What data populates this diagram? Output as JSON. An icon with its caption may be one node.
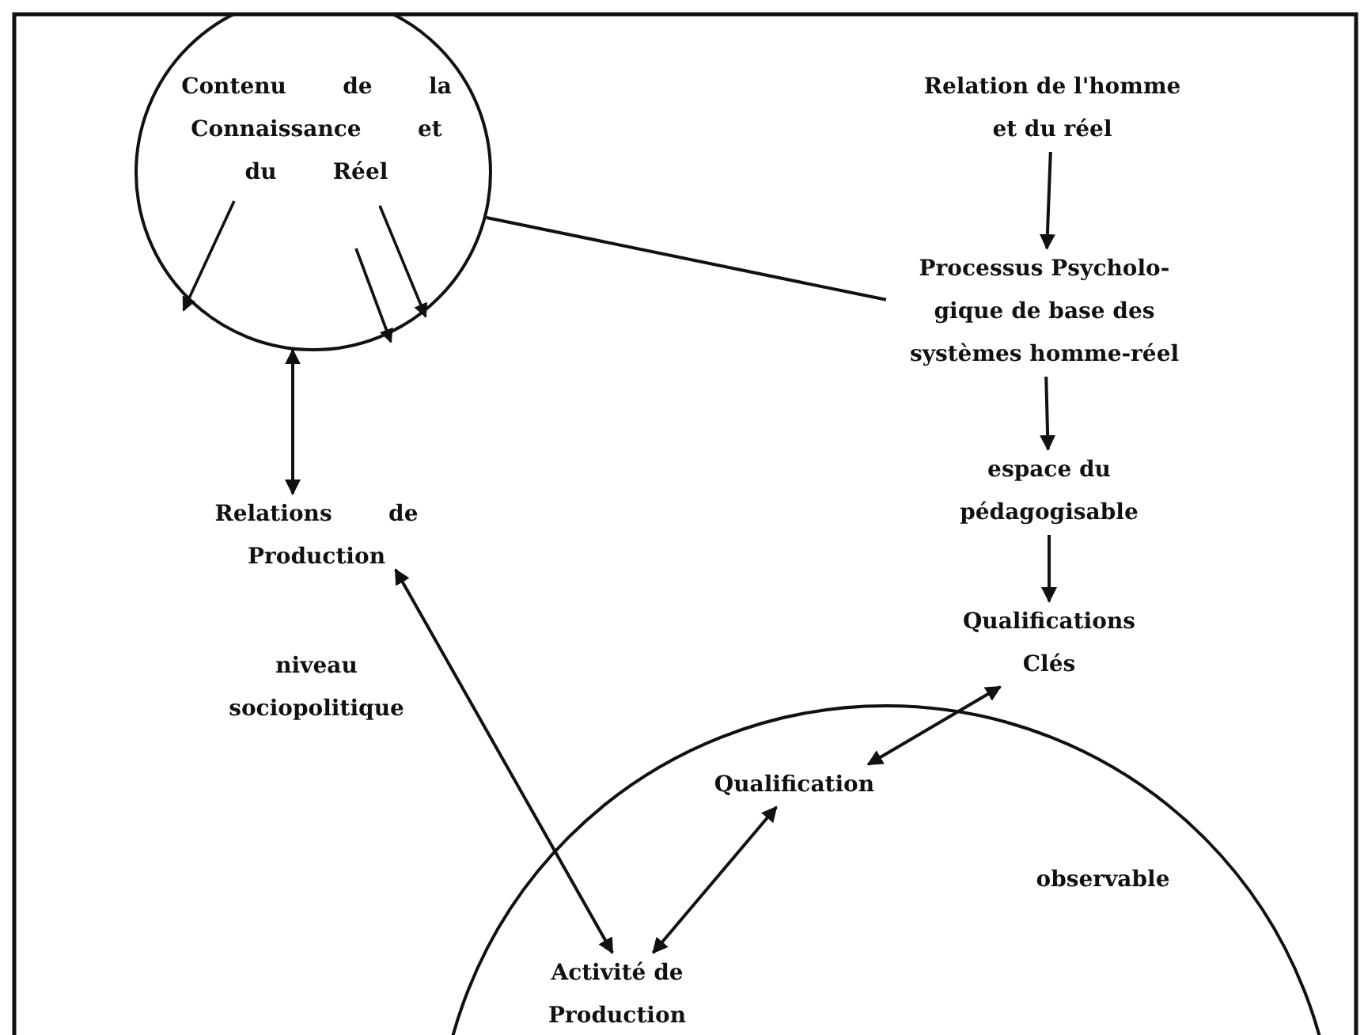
{
  "diagram": {
    "nodes": [
      {
        "text": [
          "Contenu de la Connaissance et du Réel"
        ]
      },
      {
        "text": [
          "Relation de l'homme et du réel"
        ]
      },
      {
        "text": [
          "Processus Psycholo- gique de base des systèmes homme-réel"
        ]
      },
      {
        "text": [
          "espace du pédagogisable"
        ]
      },
      {
        "text": [
          "Qualifications Clés"
        ]
      },
      {
        "text": [
          "Relations de Production",
          "niveau sociopolitique"
        ]
      },
      {
        "text": [
          "observable"
        ]
      },
      {
        "text": [
          "Qualification"
        ],
        "in": 6
      },
      {
        "text": [
          "Activité de Production"
        ],
        "in": 6
      }
    ],
    "edges": [
      {
        "from": 0,
        "to": 5,
        "arrow": "both"
      },
      {
        "from": 0,
        "to": 2,
        "arrow": "none"
      },
      {
        "from": 1,
        "to": 2,
        "arrow": "to"
      },
      {
        "from": 2,
        "to": 3,
        "arrow": "to"
      },
      {
        "from": 3,
        "to": 4,
        "arrow": "to"
      },
      {
        "from": 4,
        "to": 7,
        "arrow": "both"
      },
      {
        "from": 7,
        "to": 8,
        "arrow": "both"
      },
      {
        "from": 5,
        "to": 8,
        "arrow": "both"
      }
    ]
  }
}
